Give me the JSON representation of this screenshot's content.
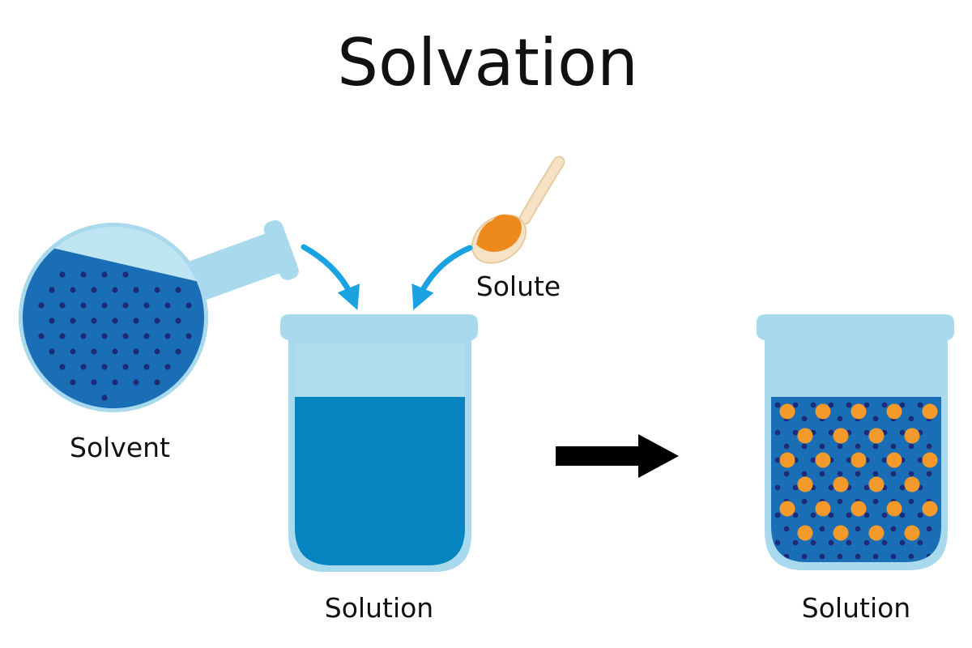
{
  "title": "Solvation",
  "labels": {
    "solvent": "Solvent",
    "solute": "Solute",
    "solution_before": "Solution",
    "solution_after": "Solution"
  },
  "colors": {
    "glass": "#a8d9ec",
    "glass_inner": "#bfe4f2",
    "liquid": "#0584c0",
    "flask_liquid": "#1a6eb5",
    "solvent_particle": "#1d2a78",
    "solute_particle": "#f39a2b",
    "arrow_curved": "#1aa3e0",
    "arrow_main": "#000000",
    "spoon": "#f6e3c6",
    "spoon_edge": "#e7cba4",
    "solute_powder": "#ee8a1c"
  },
  "icons": {
    "flask": "round-bottom-flask-icon",
    "beaker": "beaker-icon",
    "spoon": "spoon-icon",
    "arrow": "right-arrow-icon"
  }
}
